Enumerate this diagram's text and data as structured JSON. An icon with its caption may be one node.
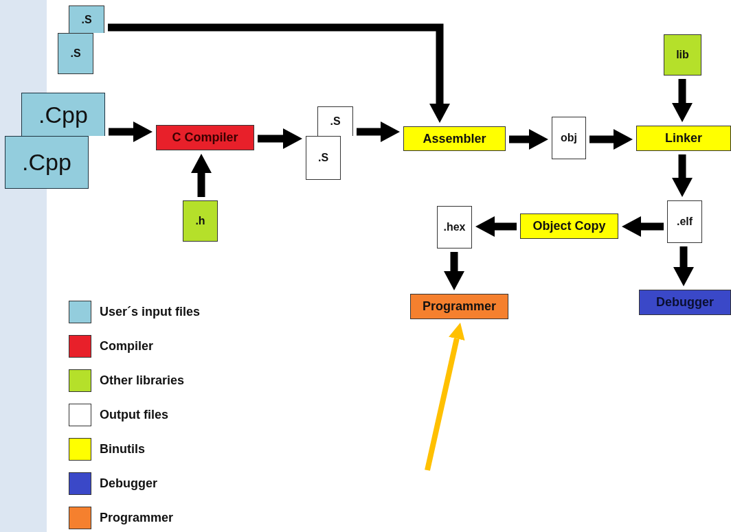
{
  "diagram": {
    "nodes": [
      {
        "text": [
          ".S"
        ]
      },
      {
        "text": [
          ".S"
        ]
      },
      {
        "text": [
          ".Cpp"
        ]
      },
      {
        "text": [
          ".Cpp"
        ]
      },
      {
        "text": [
          "C Compiler"
        ]
      },
      {
        "text": [
          ".h"
        ]
      },
      {
        "text": [
          ".S"
        ]
      },
      {
        "text": [
          ".S"
        ]
      },
      {
        "text": [
          "Assembler"
        ]
      },
      {
        "text": [
          "obj"
        ]
      },
      {
        "text": [
          "Linker"
        ]
      },
      {
        "text": [
          "lib"
        ]
      },
      {
        "text": [
          ".elf"
        ]
      },
      {
        "text": [
          "Object Copy"
        ]
      },
      {
        "text": [
          ".hex"
        ]
      },
      {
        "text": [
          "Programmer"
        ]
      },
      {
        "text": [
          "Debugger"
        ]
      }
    ],
    "edges": [
      {
        "from": 0,
        "to": 8,
        "arrow": "to"
      },
      {
        "from": 2,
        "to": 4,
        "arrow": "to"
      },
      {
        "from": 5,
        "to": 4,
        "arrow": "to"
      },
      {
        "from": 4,
        "to": 7,
        "arrow": "to"
      },
      {
        "from": 6,
        "to": 8,
        "arrow": "to"
      },
      {
        "from": 8,
        "to": 9,
        "arrow": "to"
      },
      {
        "from": 9,
        "to": 10,
        "arrow": "to"
      },
      {
        "from": 11,
        "to": 10,
        "arrow": "to"
      },
      {
        "from": 10,
        "to": 12,
        "arrow": "to"
      },
      {
        "from": 12,
        "to": 13,
        "arrow": "to"
      },
      {
        "from": 13,
        "to": 14,
        "arrow": "to"
      },
      {
        "from": 14,
        "to": 15,
        "arrow": "to"
      },
      {
        "from": 12,
        "to": 16,
        "arrow": "to"
      },
      {
        "from": null,
        "to": 15,
        "arrow": "to",
        "color": "#ffc000"
      }
    ],
    "legend": [
      {
        "text": "User´s input files",
        "color": "#93cddd"
      },
      {
        "text": "Compiler",
        "color": "#e8202a"
      },
      {
        "text": "Other libraries",
        "color": "#b5e02a"
      },
      {
        "text": "Output files",
        "color": "#ffffff"
      },
      {
        "text": "Binutils",
        "color": "#ffff00"
      },
      {
        "text": "Debugger",
        "color": "#3a48c8"
      },
      {
        "text": "Programmer",
        "color": "#f5802e"
      }
    ]
  }
}
